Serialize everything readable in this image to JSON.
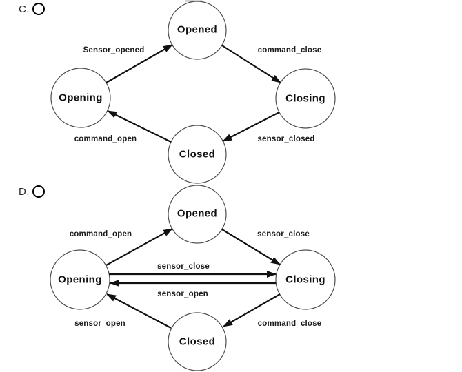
{
  "options": [
    {
      "label": "C.",
      "radio_selected": false,
      "diagram": {
        "type": "state-machine",
        "states": [
          {
            "name": "Opened"
          },
          {
            "name": "Opening"
          },
          {
            "name": "Closing"
          },
          {
            "name": "Closed"
          }
        ],
        "transitions": [
          {
            "label": "Sensor_opened",
            "from": "Opening",
            "to": "Opened"
          },
          {
            "label": "command_close",
            "from": "Opened",
            "to": "Closing"
          },
          {
            "label": "sensor_closed",
            "from": "Closing",
            "to": "Closed"
          },
          {
            "label": "command_open",
            "from": "Closed",
            "to": "Opening"
          }
        ]
      }
    },
    {
      "label": "D.",
      "radio_selected": false,
      "diagram": {
        "type": "state-machine",
        "states": [
          {
            "name": "Opened"
          },
          {
            "name": "Opening"
          },
          {
            "name": "Closing"
          },
          {
            "name": "Closed"
          }
        ],
        "transitions": [
          {
            "label": "command_open",
            "from": "Opening",
            "to": "Opened"
          },
          {
            "label": "sensor_close",
            "from": "Opened",
            "to": "Closing"
          },
          {
            "label": "sensor_close",
            "from": "Opening",
            "to": "Closing"
          },
          {
            "label": "sensor_open",
            "from": "Closing",
            "to": "Opening"
          },
          {
            "label": "command_close",
            "from": "Closing",
            "to": "Closed"
          },
          {
            "label": "sensor_open",
            "from": "Closed",
            "to": "Opening"
          }
        ]
      }
    }
  ],
  "colors": {
    "background": "#ffffff",
    "text": "#1a1a1a",
    "circle_stroke": "#4d4d4d",
    "arrow": "#111111"
  }
}
